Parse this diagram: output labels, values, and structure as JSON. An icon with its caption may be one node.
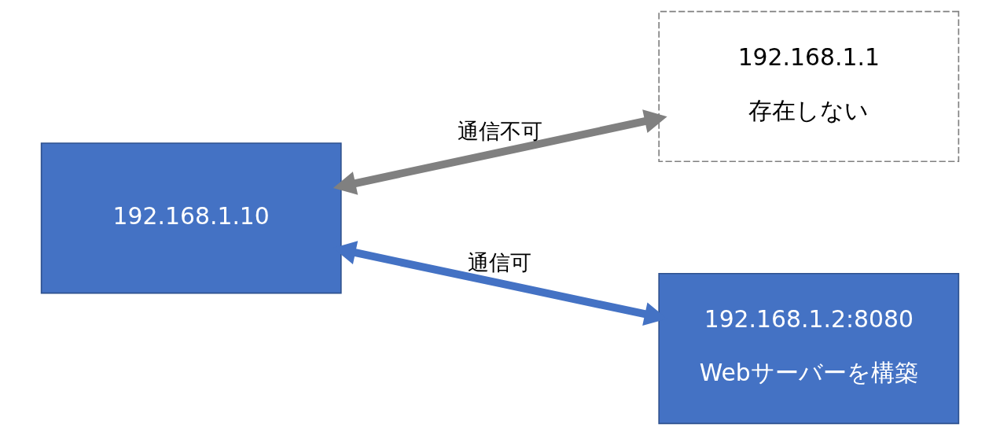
{
  "diagram": {
    "nodes": [
      {
        "text": [
          "192.168.1.10"
        ]
      },
      {
        "text": [
          "192.168.1.1",
          "存在しない"
        ]
      },
      {
        "text": [
          "192.168.1.2:8080",
          "Webサーバーを構築"
        ]
      }
    ],
    "edges": [
      {
        "from": 0,
        "to": 1,
        "arrow": "both",
        "label": "通信不可",
        "color": "#808080"
      },
      {
        "from": 0,
        "to": 2,
        "arrow": "both",
        "label": "通信可",
        "color": "#4472c4"
      }
    ]
  }
}
